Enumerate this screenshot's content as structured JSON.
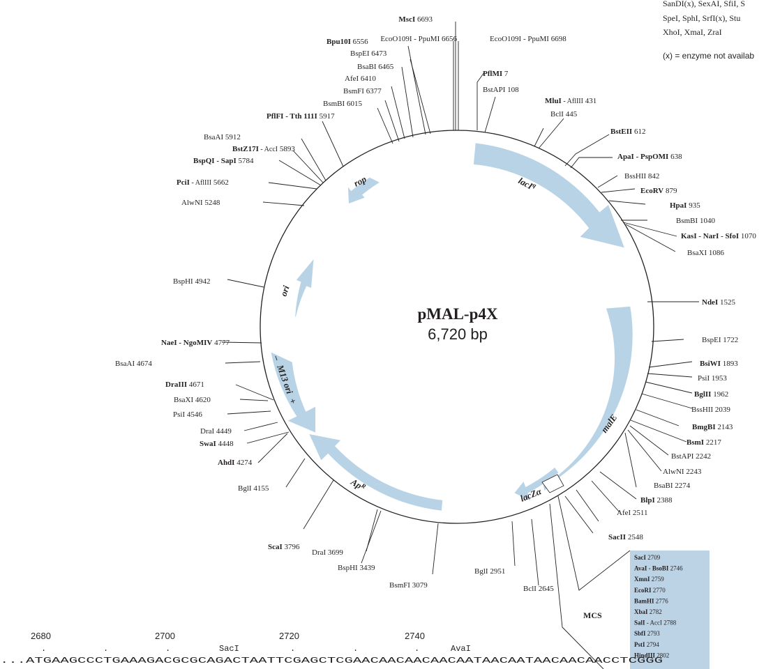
{
  "plasmid": {
    "name": "pMAL-p4X",
    "size": "6,720 bp"
  },
  "colors": {
    "feature": "#b9d3e6",
    "line": "#231f20",
    "mcs_box": "#bcd3e5"
  },
  "features": [
    {
      "name": "lacI",
      "sup": "q"
    },
    {
      "name": "malE"
    },
    {
      "name": "lacZα"
    },
    {
      "name": "Ap",
      "sup": "R"
    },
    {
      "name": "M13 ori",
      "minus": "–",
      "plus": "+"
    },
    {
      "name": "ori"
    },
    {
      "name": "rop"
    }
  ],
  "sites": [
    {
      "name": "MscI",
      "pos": "6693",
      "bold": true
    },
    {
      "name": "EcoO109I - PpuMI",
      "pos": "6698"
    },
    {
      "name": "PflMI",
      "pos": "7",
      "bold": true
    },
    {
      "name": "BstAPI",
      "pos": "108"
    },
    {
      "name": "MluI",
      "extra": "AflIII",
      "pos": "431",
      "bold": true
    },
    {
      "name": "BclI",
      "pos": "445"
    },
    {
      "name": "BstEII",
      "pos": "612",
      "bold": true
    },
    {
      "name": "ApaI - PspOMI",
      "pos": "638",
      "bold": true
    },
    {
      "name": "BssHII",
      "pos": "842"
    },
    {
      "name": "EcoRV",
      "pos": "879",
      "bold": true
    },
    {
      "name": "HpaI",
      "pos": "935",
      "bold": true
    },
    {
      "name": "BsmBI",
      "pos": "1040"
    },
    {
      "name": "KasI - NarI - SfoI",
      "pos": "1070",
      "bold": true
    },
    {
      "name": "BsaXI",
      "pos": "1086"
    },
    {
      "name": "NdeI",
      "pos": "1525",
      "bold": true
    },
    {
      "name": "BspEI",
      "pos": "1722"
    },
    {
      "name": "BsiWI",
      "pos": "1893",
      "bold": true
    },
    {
      "name": "PsiI",
      "pos": "1953"
    },
    {
      "name": "BglII",
      "pos": "1962",
      "bold": true
    },
    {
      "name": "BssHII",
      "pos": "2039"
    },
    {
      "name": "BmgBI",
      "pos": "2143",
      "bold": true
    },
    {
      "name": "BsmI",
      "pos": "2217",
      "bold": true
    },
    {
      "name": "BstAPI",
      "pos": "2242"
    },
    {
      "name": "AlwNI",
      "pos": "2243"
    },
    {
      "name": "BsaBI",
      "pos": "2274"
    },
    {
      "name": "BlpI",
      "pos": "2388",
      "bold": true
    },
    {
      "name": "AfeI",
      "pos": "2511"
    },
    {
      "name": "SacII",
      "pos": "2548",
      "bold": true
    },
    {
      "name": "BclI",
      "pos": "2645"
    },
    {
      "name": "BglI",
      "pos": "2951"
    },
    {
      "name": "BsmFI",
      "pos": "3079"
    },
    {
      "name": "BspHI",
      "pos": "3439"
    },
    {
      "name": "DraI",
      "pos": "3699"
    },
    {
      "name": "ScaI",
      "pos": "3796",
      "bold": true
    },
    {
      "name": "BglI",
      "pos": "4155"
    },
    {
      "name": "AhdI",
      "pos": "4274",
      "bold": true
    },
    {
      "name": "SwaI",
      "pos": "4448",
      "bold": true
    },
    {
      "name": "DraI",
      "pos": "4449"
    },
    {
      "name": "PsiI",
      "pos": "4546"
    },
    {
      "name": "BsaXI",
      "pos": "4620"
    },
    {
      "name": "DraIII",
      "pos": "4671",
      "bold": true
    },
    {
      "name": "BsaAI",
      "pos": "4674"
    },
    {
      "name": "NaeI - NgoMIV",
      "pos": "4777",
      "bold": true
    },
    {
      "name": "BspHI",
      "pos": "4942"
    },
    {
      "name": "AlwNI",
      "pos": "5248"
    },
    {
      "name": "PciI",
      "extra": "AflIII",
      "pos": "5662",
      "bold": true
    },
    {
      "name": "BspQI - SapI",
      "pos": "5784",
      "bold": true
    },
    {
      "name": "BstZ17I",
      "extra": "AccI",
      "pos": "5893",
      "bold": true
    },
    {
      "name": "BsaAI",
      "pos": "5912"
    },
    {
      "name": "PflFI - Tth 111I",
      "pos": "5917",
      "bold": true
    },
    {
      "name": "BsmBI",
      "pos": "6015"
    },
    {
      "name": "BsmFI",
      "pos": "6377"
    },
    {
      "name": "AfeI",
      "pos": "6410"
    },
    {
      "name": "BsaBI",
      "pos": "6465"
    },
    {
      "name": "BspEI",
      "pos": "6473"
    },
    {
      "name": "Bpu10I",
      "pos": "6556",
      "bold": true
    },
    {
      "name": "EcoO109I - PpuMI",
      "pos": "6656"
    }
  ],
  "mcs": {
    "label": "MCS",
    "sites": [
      {
        "name": "SacI",
        "pos": "2709"
      },
      {
        "name": "AvaI - BsoBI",
        "pos": "2746"
      },
      {
        "name": "XmnI",
        "pos": "2759"
      },
      {
        "name": "EcoRI",
        "pos": "2770"
      },
      {
        "name": "BamHI",
        "pos": "2776"
      },
      {
        "name": "XbaI",
        "pos": "2782"
      },
      {
        "name": "SalI",
        "extra": "AccI",
        "pos": "2788"
      },
      {
        "name": "SbfI",
        "pos": "2793"
      },
      {
        "name": "PstI",
        "pos": "2794"
      },
      {
        "name": "HindIII",
        "pos": "2802"
      }
    ]
  },
  "legend": {
    "line1": "SanDI(x), SexAI, SfiI, S",
    "line2": "SpeI, SphI, SrfI(x), Stu",
    "line3": "XhoI, XmaI, ZraI",
    "note": "(x) = enzyme not availab"
  },
  "sequence": {
    "numbers": [
      "2680",
      "2700",
      "2720",
      "2740"
    ],
    "markers": ".       .       .       .",
    "enzymes": [
      "SacI",
      "AvaI"
    ],
    "text": "...ATGAAGCCCTGAAAGACGCGCAGACTAATTCGAGCTCGAACAACAACAACAATAACAATAACAACAACCTCGGG"
  }
}
